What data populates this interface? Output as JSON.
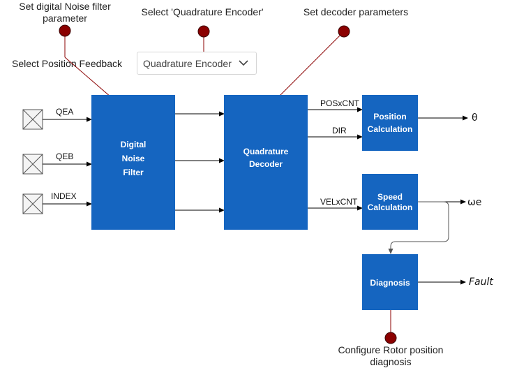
{
  "callouts": {
    "noise_filter": [
      "Set digital Noise filter",
      "parameter"
    ],
    "encoder_select": "Select 'Quadrature Encoder'",
    "decoder_params": "Set decoder parameters",
    "position_feedback": "Select Position Feedback",
    "rotor_diagnosis": [
      "Configure Rotor position",
      "diagnosis"
    ]
  },
  "dropdown": {
    "selected": "Quadrature Encoder"
  },
  "inputs": {
    "qea": "QEA",
    "qeb": "QEB",
    "index": "INDEX"
  },
  "blocks": {
    "noise_filter": [
      "Digital",
      "Noise",
      "Filter"
    ],
    "decoder": [
      "Quadrature",
      "Decoder"
    ],
    "position": [
      "Position",
      "Calculation"
    ],
    "speed": [
      "Speed",
      "Calculation"
    ],
    "diagnosis": "Diagnosis"
  },
  "signals": {
    "poscnt": "POSxCNT",
    "dir": "DIR",
    "velcnt": "VELxCNT"
  },
  "outputs": {
    "theta": "θ",
    "omega": "ωe",
    "fault": "Fault"
  },
  "colors": {
    "block": "#1565C0",
    "marker": "#8B0000",
    "wire": "#000000",
    "leader": "#8B0000"
  }
}
